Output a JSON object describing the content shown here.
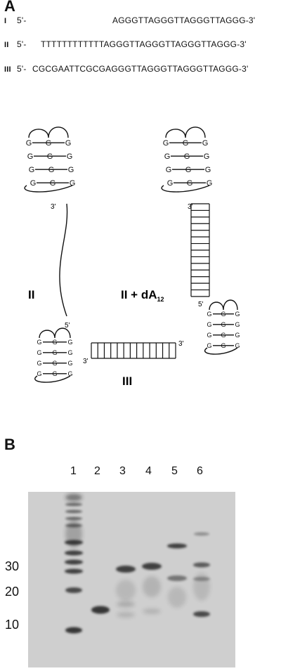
{
  "panel_a": {
    "letter": "A",
    "sequences": [
      {
        "id": "I",
        "prefix": "5'-",
        "seq": "AGGGTTAGGGTTAGGGTTAGGG-3'"
      },
      {
        "id": "II",
        "prefix": "5'-",
        "seq": "TTTTTTTTTTTTAGGGTTAGGGTTAGGGTTAGGG-3'"
      },
      {
        "id": "III",
        "prefix": "5'-",
        "seq": "CGCGAATTCGCGAGGGTTAGGGTTAGGGTTAGGG-3'"
      }
    ],
    "structures": {
      "ii_label": "II",
      "ii_dA_label": "II + dA",
      "ii_dA_sub": "12",
      "iii_label": "III",
      "g": "G",
      "three_prime": "3'",
      "five_prime": "5'"
    }
  },
  "panel_b": {
    "letter": "B",
    "lanes": [
      "1",
      "2",
      "3",
      "4",
      "5",
      "6"
    ],
    "markers": [
      "30",
      "20",
      "10"
    ],
    "colors": {
      "gel_bg": "#cfcfcf",
      "band": "#1a1a1a"
    }
  }
}
